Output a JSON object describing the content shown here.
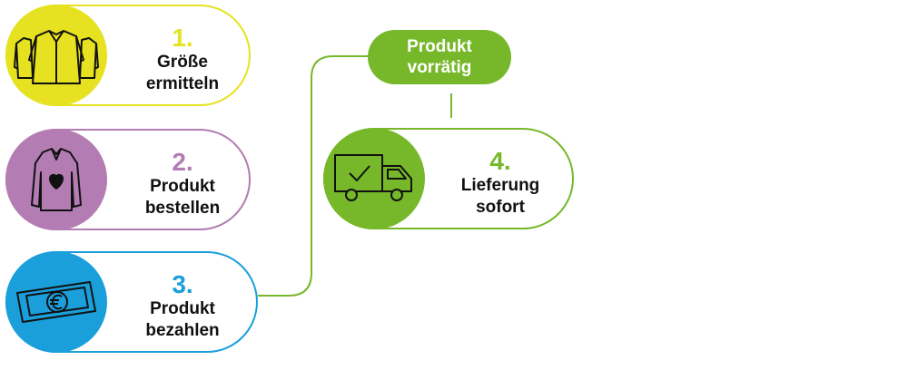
{
  "colors": {
    "yellow": "#e6e221",
    "purple": "#b37cb3",
    "blue": "#1a9fdb",
    "green": "#76b82a"
  },
  "steps": [
    {
      "number": "1.",
      "line1": "Größe",
      "line2": "ermitteln",
      "icon": "shirts-icon"
    },
    {
      "number": "2.",
      "line1": "Produkt",
      "line2": "bestellen",
      "icon": "shirt-heart-icon"
    },
    {
      "number": "3.",
      "line1": "Produkt",
      "line2": "bezahlen",
      "icon": "euro-banknote-icon"
    },
    {
      "number": "4.",
      "line1": "Lieferung",
      "line2": "sofort",
      "icon": "delivery-truck-icon"
    }
  ],
  "badge": {
    "line1": "Produkt",
    "line2": "vorrätig"
  }
}
